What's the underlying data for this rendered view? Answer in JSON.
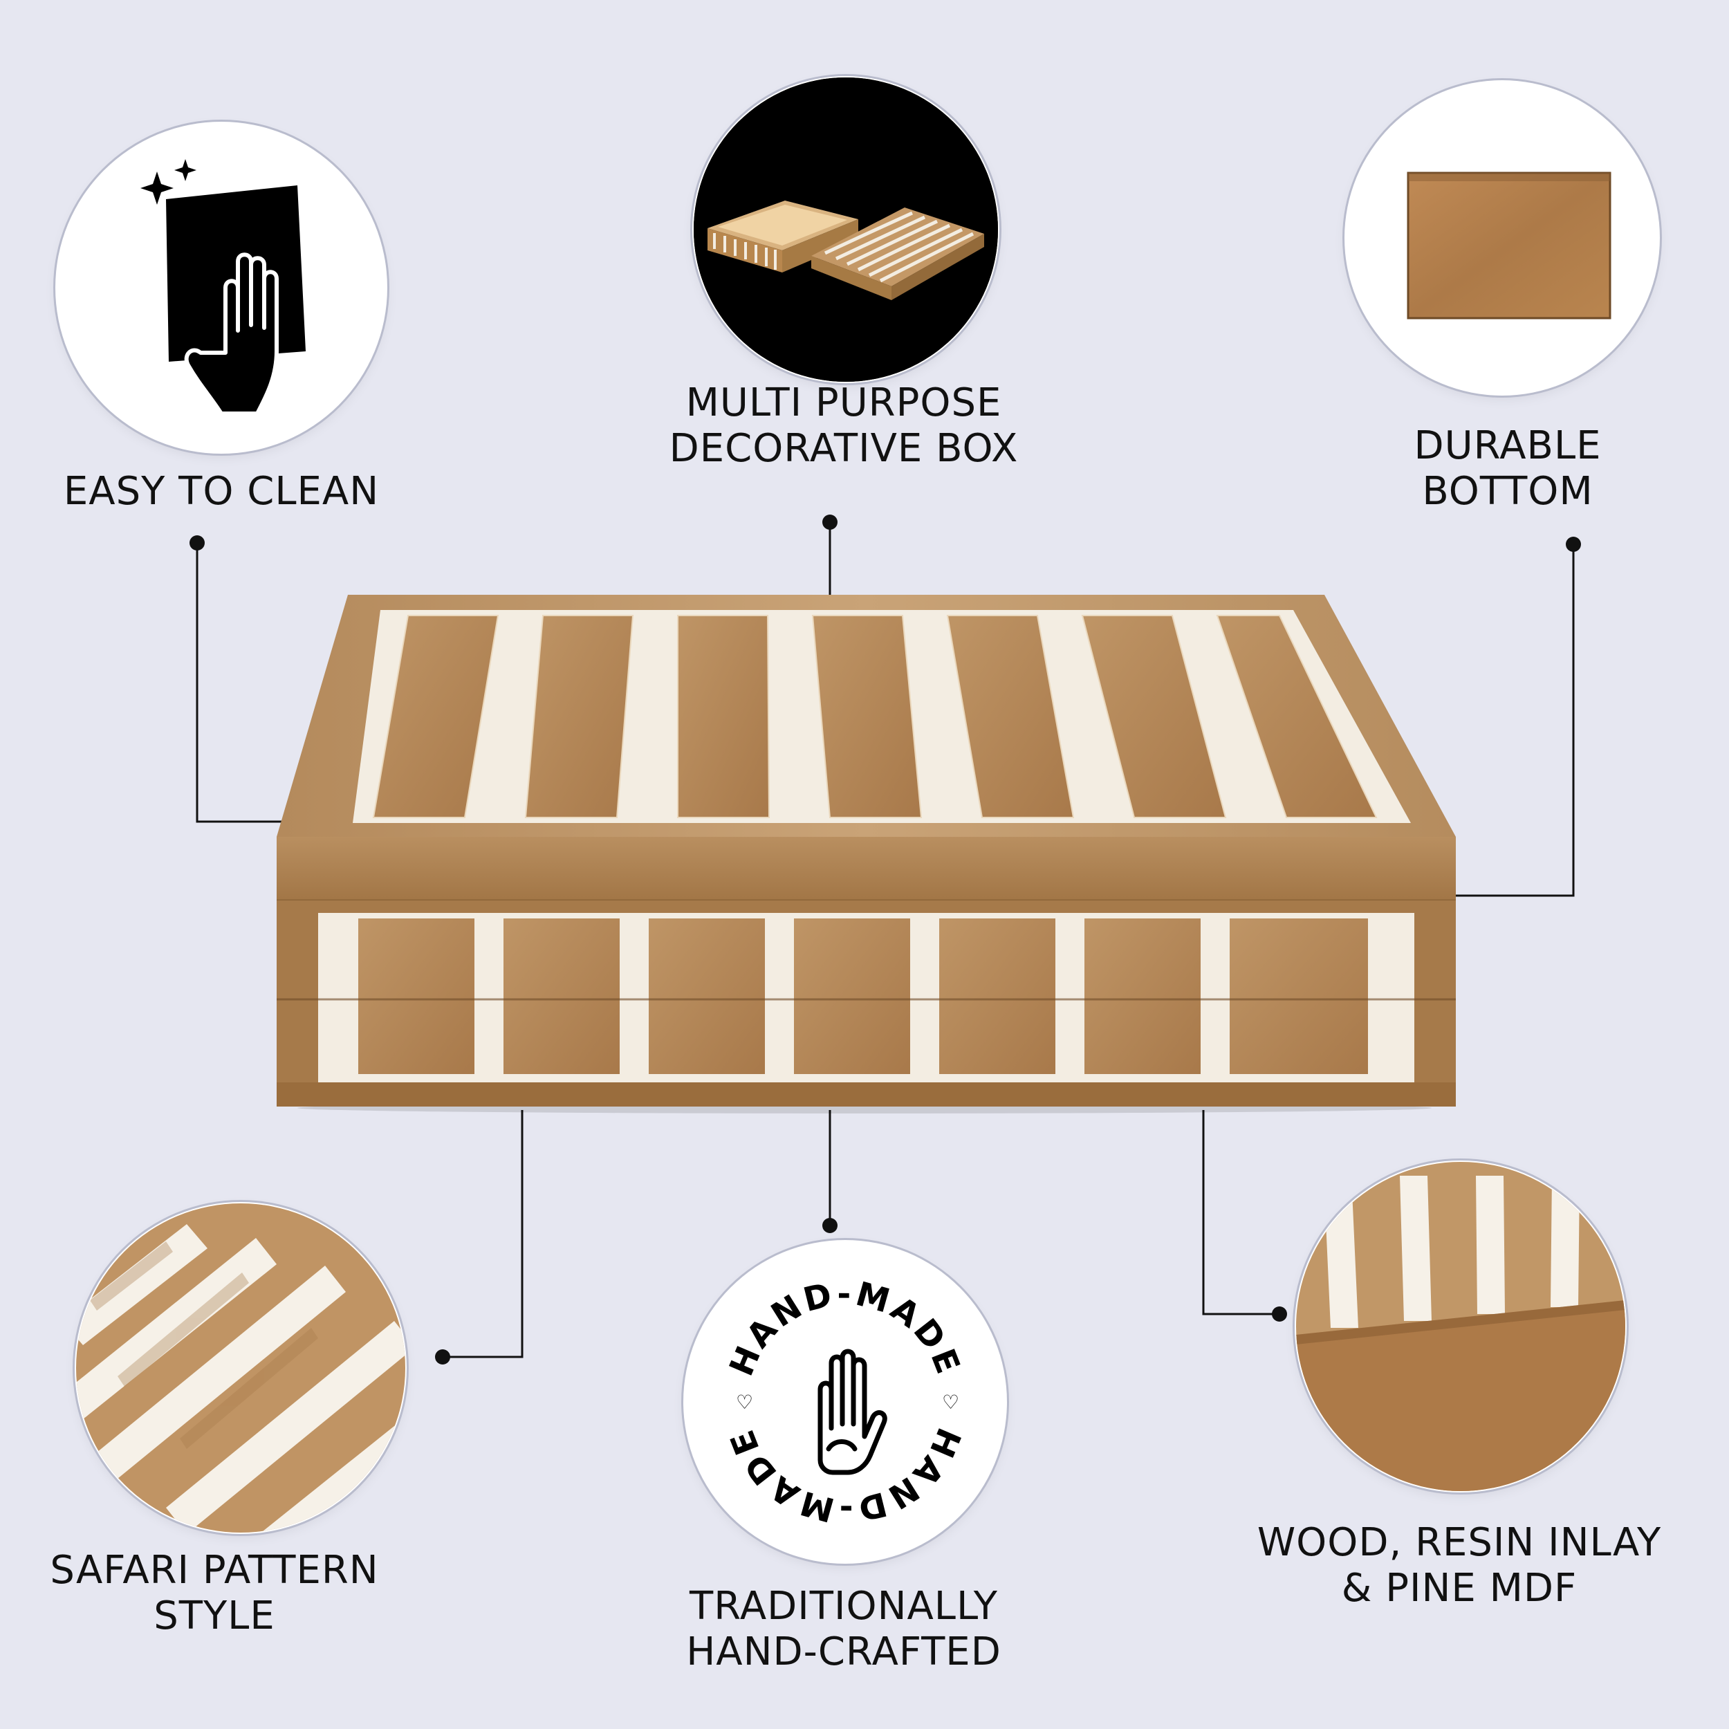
{
  "features": {
    "easy_clean": {
      "line1": "EASY TO CLEAN",
      "icon": "hand-wipe-icon"
    },
    "multi_purpose": {
      "line1": "MULTI PURPOSE",
      "line2": "DECORATIVE BOX"
    },
    "durable": {
      "line1": "DURABLE",
      "line2": "BOTTOM"
    },
    "safari": {
      "line1": "SAFARI PATTERN",
      "line2": "STYLE"
    },
    "handcrafted": {
      "line1": "TRADITIONALLY",
      "line2": "HAND-CRAFTED",
      "badge_text": "HAND-MADE",
      "icon": "raised-hand-icon"
    },
    "material": {
      "line1": "WOOD, RESIN INLAY",
      "line2": "& PINE MDF"
    }
  },
  "colors": {
    "background": "#e6e7f1",
    "wood": "#b48a5c",
    "wood_light": "#caa579",
    "inlay": "#f3ede2",
    "dark": "#000000"
  }
}
